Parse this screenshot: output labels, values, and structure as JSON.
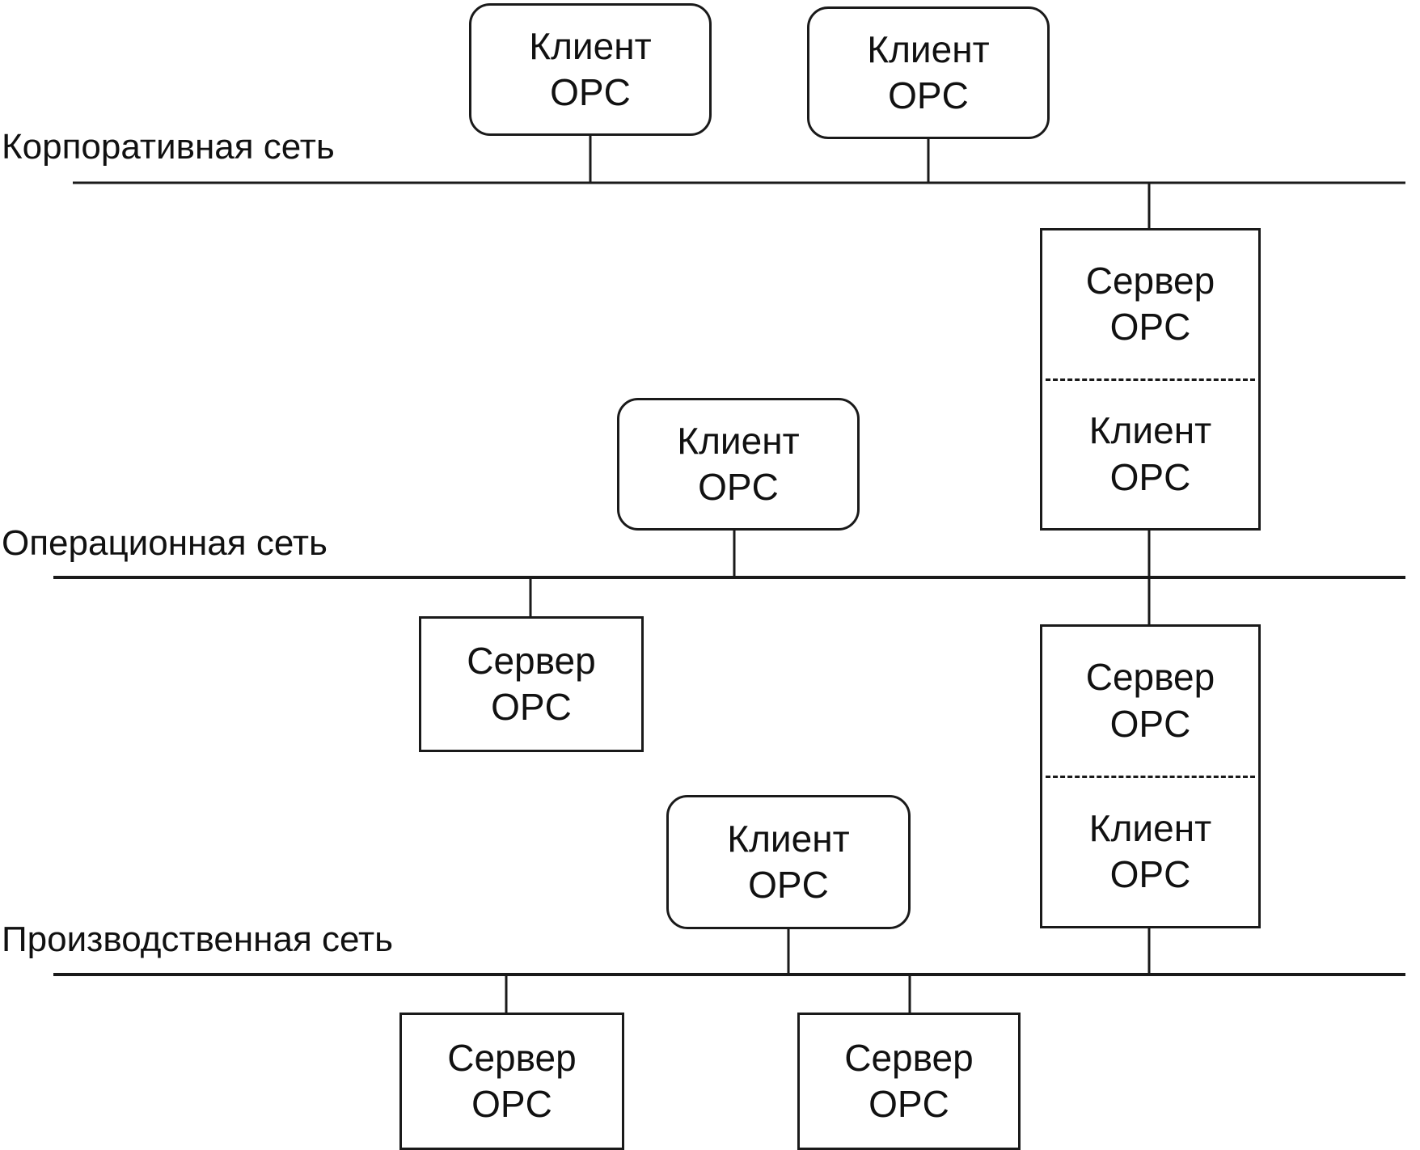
{
  "networks": {
    "corporate": "Корпоративная сеть",
    "operational": "Операционная сеть",
    "production": "Производственная сеть"
  },
  "roles": {
    "client_line1": "Клиент",
    "client_line2": "OPC",
    "server_line1": "Сервер",
    "server_line2": "OPC"
  }
}
